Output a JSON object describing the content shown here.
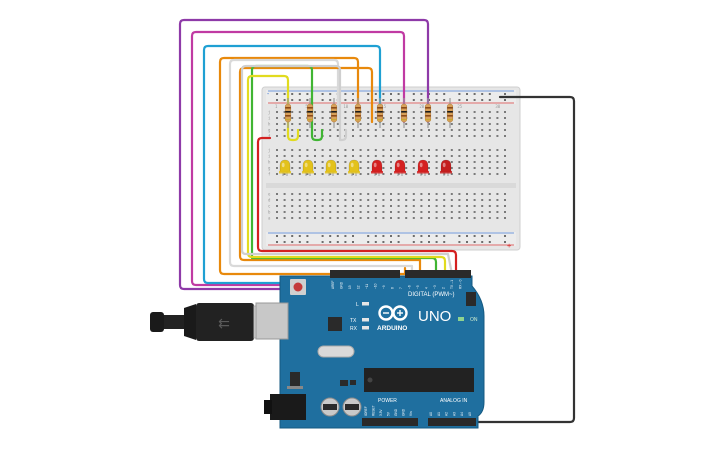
{
  "board": {
    "model": "UNO",
    "brand": "ARDUINO",
    "digital_header": "DIGITAL (PWM~)",
    "power_header": "POWER",
    "analog_header": "ANALOG IN",
    "on_led": "ON",
    "led_l": "L",
    "led_tx": "TX",
    "led_rx": "RX",
    "digital_pins": [
      "AREF",
      "GND",
      "13",
      "12",
      "~11",
      "~10",
      "~9",
      "8",
      "7",
      "~6",
      "~5",
      "4",
      "~3",
      "2",
      "TX→1",
      "RX←0"
    ],
    "power_pins": [
      "IOREF",
      "RESET",
      "3.3V",
      "5V",
      "GND",
      "GND",
      "Vin"
    ],
    "analog_pins": [
      "A0",
      "A1",
      "A2",
      "A3",
      "A4",
      "A5"
    ],
    "colors": {
      "pcb": "#1f6f9f",
      "header": "#2a2a2a",
      "accent": "#ffffff"
    }
  },
  "breadboard": {
    "row_letters_top": [
      "j",
      "i",
      "h",
      "g",
      "f"
    ],
    "row_letters_bottom": [
      "e",
      "d",
      "c",
      "b",
      "a"
    ],
    "rail_symbols": [
      "-",
      "+"
    ],
    "column_numbers": [
      "1",
      "5",
      "10",
      "15",
      "20",
      "25",
      "30"
    ]
  },
  "components": {
    "leds": [
      {
        "name": "led-1",
        "color": "#e3c21b"
      },
      {
        "name": "led-2",
        "color": "#e3c21b"
      },
      {
        "name": "led-3",
        "color": "#e3c21b"
      },
      {
        "name": "led-4",
        "color": "#e3c21b"
      },
      {
        "name": "led-5",
        "color": "#d42020"
      },
      {
        "name": "led-6",
        "color": "#d42020"
      },
      {
        "name": "led-7",
        "color": "#d42020"
      },
      {
        "name": "led-8",
        "color": "#c41d1d"
      }
    ],
    "resistor_count": 8,
    "wire_colors": [
      "#8e3aa8",
      "#c03aa3",
      "#1fa0d3",
      "#e8890c",
      "#d9d9d9",
      "#e1db1f",
      "#40b533",
      "#e8890c"
    ]
  }
}
